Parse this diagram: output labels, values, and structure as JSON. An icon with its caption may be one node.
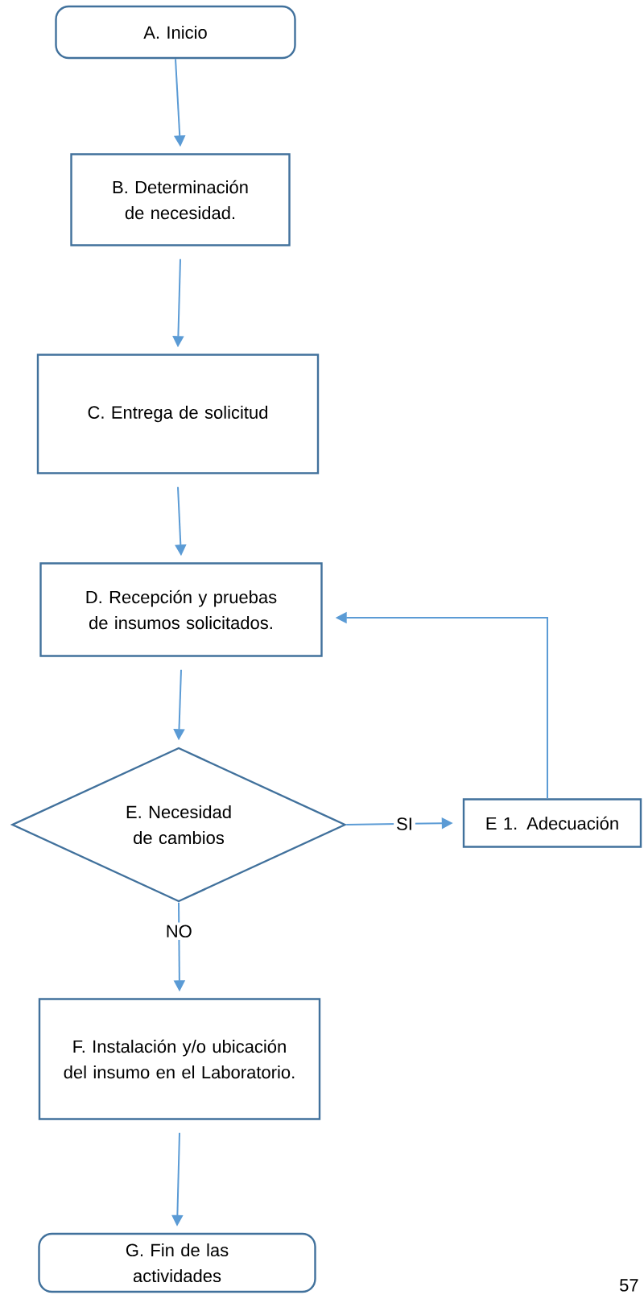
{
  "diagram": {
    "nodes": [
      {
        "text": [
          "A. Inicio"
        ]
      },
      {
        "text": [
          "B. Determinación de necesidad."
        ]
      },
      {
        "text": [
          "C. Entrega de solicitud"
        ]
      },
      {
        "text": [
          "D. Recepción y pruebas de insumos solicitados."
        ]
      },
      {
        "text": [
          "E. Necesidad de cambios"
        ]
      },
      {
        "text": [
          "E 1. Adecuación"
        ]
      },
      {
        "text": [
          "F. Instalación y/o ubicación del insumo en el Laboratorio."
        ]
      },
      {
        "text": [
          "G. Fin de las actividades"
        ]
      }
    ],
    "edges": [
      {
        "from": 0,
        "to": 1,
        "arrow": "to"
      },
      {
        "from": 1,
        "to": 2,
        "arrow": "to"
      },
      {
        "from": 2,
        "to": 3,
        "arrow": "to"
      },
      {
        "from": 3,
        "to": 4,
        "arrow": "to"
      },
      {
        "from": 4,
        "to": 5,
        "arrow": "to",
        "label": "SI"
      },
      {
        "from": 5,
        "to": 3,
        "arrow": "to"
      },
      {
        "from": 4,
        "to": 6,
        "arrow": "to",
        "label": "NO"
      },
      {
        "from": 6,
        "to": 7,
        "arrow": "to"
      }
    ],
    "labels": [
      "57"
    ]
  }
}
